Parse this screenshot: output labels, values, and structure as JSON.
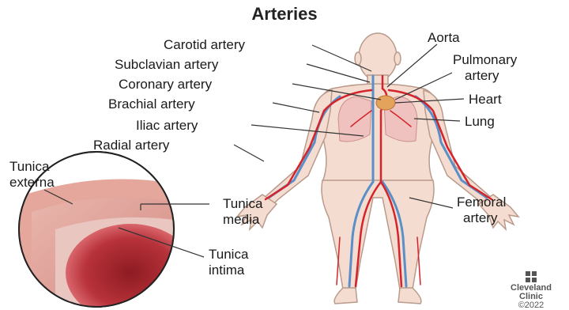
{
  "title": "Arteries",
  "labels": {
    "carotid": "Carotid artery",
    "subclavian": "Subclavian artery",
    "coronary": "Coronary artery",
    "brachial": "Brachial artery",
    "iliac": "Iliac artery",
    "radial": "Radial artery",
    "aorta": "Aorta",
    "pulmonary_line1": "Pulmonary",
    "pulmonary_line2": "artery",
    "heart": "Heart",
    "lung": "Lung",
    "femoral_line1": "Femoral",
    "femoral_line2": "artery",
    "tunica_externa_line1": "Tunica",
    "tunica_externa_line2": "externa",
    "tunica_media_line1": "Tunica",
    "tunica_media_line2": "media",
    "tunica_intima_line1": "Tunica",
    "tunica_intima_line2": "intima"
  },
  "logo": {
    "line1": "Cleveland",
    "line2": "Clinic",
    "year": "©2022"
  },
  "colors": {
    "skin": "#f4ddd0",
    "skin_outline": "#b99a8c",
    "artery": "#d4232a",
    "vein": "#5b8fc8",
    "heart": "#e3a35c",
    "lung": "#efc2c0",
    "leader": "#333333"
  }
}
